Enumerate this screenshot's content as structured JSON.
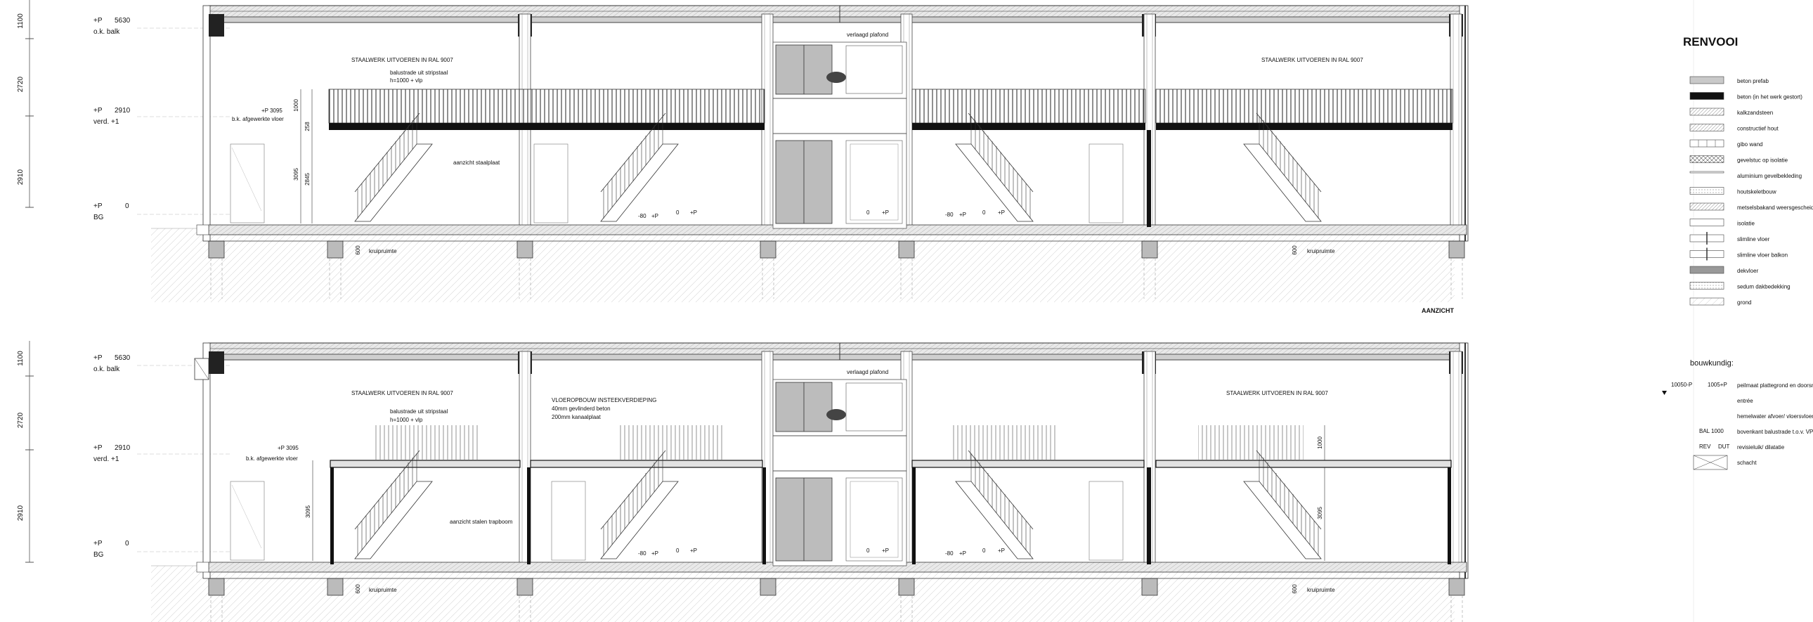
{
  "left_dims": {
    "d1100": "1100",
    "d2720": "2720",
    "d2910": "2910"
  },
  "levels": {
    "plus_p": "+P",
    "ok_balk": "o.k. balk",
    "v5630": "5630",
    "verd": "verd. +1",
    "v2910": "2910",
    "bg": "BG",
    "v0": "0"
  },
  "view_top": {
    "staalwerk_left": "STAALWERK UITVOEREN IN RAL 9007",
    "staalwerk_right": "STAALWERK UITVOEREN IN RAL 9007",
    "balustrade_1": "balustrade uit stripstaal",
    "balustrade_2": "h=1000 + vlp",
    "plus_p_3095": "+P 3095",
    "bk_vloer": "b.k. afgewerkte vloer",
    "dim_1000": "1000",
    "dim_258": "258",
    "dim_3095": "3095",
    "dim_2845": "2845",
    "aanzicht_plaat": "aanzicht staalplaat",
    "verlaagd": "verlaagd plafond",
    "m80": "-80",
    "plus_p": "+P",
    "zero": "0",
    "d600": "600",
    "kruipruimte": "kruipruimte",
    "aanzicht": "AANZICHT"
  },
  "view_bottom": {
    "staalwerk_left": "STAALWERK UITVOEREN IN RAL 9007",
    "staalwerk_right": "STAALWERK UITVOEREN IN RAL 9007",
    "balustrade_1": "balustrade uit stripstaal",
    "balustrade_2": "h=1000 + vlp",
    "plus_p_3095": "+P 3095",
    "bk_vloer": "b.k. afgewerkte vloer",
    "dim_3095": "3095",
    "dim_1000": "1000",
    "vloer_1": "VLOEROPBOUW INSTEEKVERDIEPING",
    "vloer_2": "40mm gevlinderd beton",
    "vloer_3": "200mm kanaalplaat",
    "aanzicht_trap": "aanzicht stalen trapboom",
    "verlaagd": "verlaagd plafond",
    "m80": "-80",
    "plus_p": "+P",
    "zero": "0",
    "d600": "600",
    "kruipruimte": "kruipruimte"
  },
  "legend": {
    "title": "RENVOOI",
    "items": [
      {
        "label": "beton prefab",
        "pattern": "grey"
      },
      {
        "label": "beton (in het werk gestort)",
        "pattern": "black"
      },
      {
        "label": "kalkzandsteen",
        "pattern": "hatch"
      },
      {
        "label": "constructief hout",
        "pattern": "wood"
      },
      {
        "label": "gibo wand",
        "pattern": "blocks"
      },
      {
        "label": "gevelstuc op isolatie",
        "pattern": "cross"
      },
      {
        "label": "aluminium gevelbekleding",
        "pattern": "thin"
      },
      {
        "label": "houtskeletbouw",
        "pattern": "dots"
      },
      {
        "label": "metselsbakand weersgescheiderd",
        "pattern": "brick"
      },
      {
        "label": "isolatie",
        "pattern": "wave"
      },
      {
        "label": "slimline vloer",
        "pattern": "beam"
      },
      {
        "label": "slimline vloer balkon",
        "pattern": "beam2"
      },
      {
        "label": "dekvloer",
        "pattern": "light"
      },
      {
        "label": "sedum dakbedekking",
        "pattern": "sedum"
      },
      {
        "label": "grond",
        "pattern": "ground"
      }
    ],
    "bouwkundig_title": "bouwkundig:",
    "b_items": [
      {
        "code_a": "10050-P",
        "code_b": "1005+P",
        "label": "peilmaat plattegrond en doorsnede"
      },
      {
        "code_a": "",
        "code_b": "",
        "label": "entrée"
      },
      {
        "code_a": "",
        "code_b": "",
        "label": "hemelwater afvoer/ vloersvloerput"
      },
      {
        "code_a": "BAL 1000",
        "code_b": "",
        "label": "bovenkant balustrade t.o.v. VP"
      },
      {
        "code_a": "REV",
        "code_b": "DUT",
        "label": "revisieluik/ dilatatie"
      },
      {
        "code_a": "",
        "code_b": "",
        "label": "schacht"
      }
    ]
  }
}
